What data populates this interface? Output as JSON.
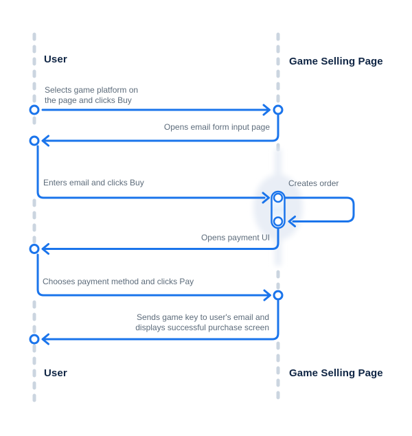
{
  "diagram": {
    "type": "sequence-diagram",
    "actors": [
      {
        "id": "user",
        "label": "User"
      },
      {
        "id": "game-selling-page",
        "label": "Game Selling Page"
      }
    ],
    "messages": [
      {
        "from": "User",
        "to": "Game Selling Page",
        "lines": [
          "Selects game platform on",
          "the page and clicks Buy"
        ]
      },
      {
        "from": "Game Selling Page",
        "to": "User",
        "lines": [
          "Opens email form input page"
        ]
      },
      {
        "from": "User",
        "to": "Game Selling Page",
        "lines": [
          "Enters email and clicks Buy"
        ]
      },
      {
        "from": "Game Selling Page",
        "to": "Game Selling Page",
        "self_message": true,
        "lines": [
          "Creates order"
        ]
      },
      {
        "from": "Game Selling Page",
        "to": "User",
        "lines": [
          "Opens payment UI"
        ]
      },
      {
        "from": "User",
        "to": "Game Selling Page",
        "lines": [
          "Chooses payment method and clicks Pay"
        ]
      },
      {
        "from": "Game Selling Page",
        "to": "User",
        "lines": [
          "Sends game key to user's email and",
          "displays successful purchase screen"
        ]
      }
    ],
    "colors": {
      "arrow_blue": "#1a74eb",
      "lifeline_gray": "#cbd5e0",
      "actor_text": "#0f2544",
      "message_text": "#5c6b7a",
      "activation_glow": "#e9eef6",
      "node_fill": "#ffffff"
    }
  }
}
